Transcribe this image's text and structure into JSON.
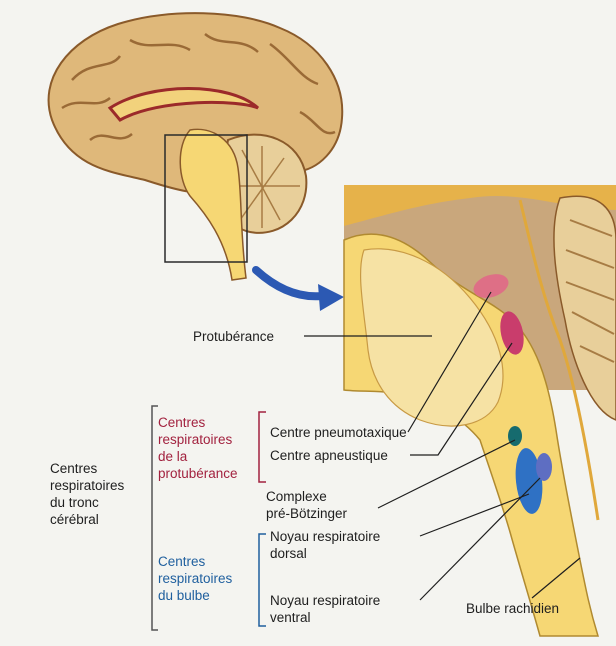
{
  "labels": {
    "protuberance": "Protubérance",
    "centres_tronc": "Centres\nrespiratoires\ndu tronc\ncérébral",
    "centres_protuberance": "Centres\nrespiratoires\nde la\nprotubérance",
    "centres_bulbe": "Centres\nrespiratoires\ndu bulbe",
    "pneumotaxique": "Centre pneumotaxique",
    "apneustique": "Centre apneustique",
    "pre_botzinger": "Complexe\npré-Bötzinger",
    "dorsal": "Noyau respiratoire\ndorsal",
    "ventral": "Noyau respiratoire\nventral",
    "bulbe": "Bulbe rachidien"
  },
  "colors": {
    "brain_tan": "#dfb87a",
    "brainstem_yellow": "#f6d774",
    "pons_cream": "#f6e2a4",
    "accent_red": "#a2223f",
    "accent_blue": "#1f5f9e",
    "pneumotaxic_pink": "#de6f86",
    "apneustic_magenta": "#c93d6c",
    "preBotzinger_teal": "#166b6e",
    "dorsal_blue": "#2f71c4",
    "ventral_purple": "#5e6ec2",
    "arrow_blue": "#2c59b3"
  }
}
